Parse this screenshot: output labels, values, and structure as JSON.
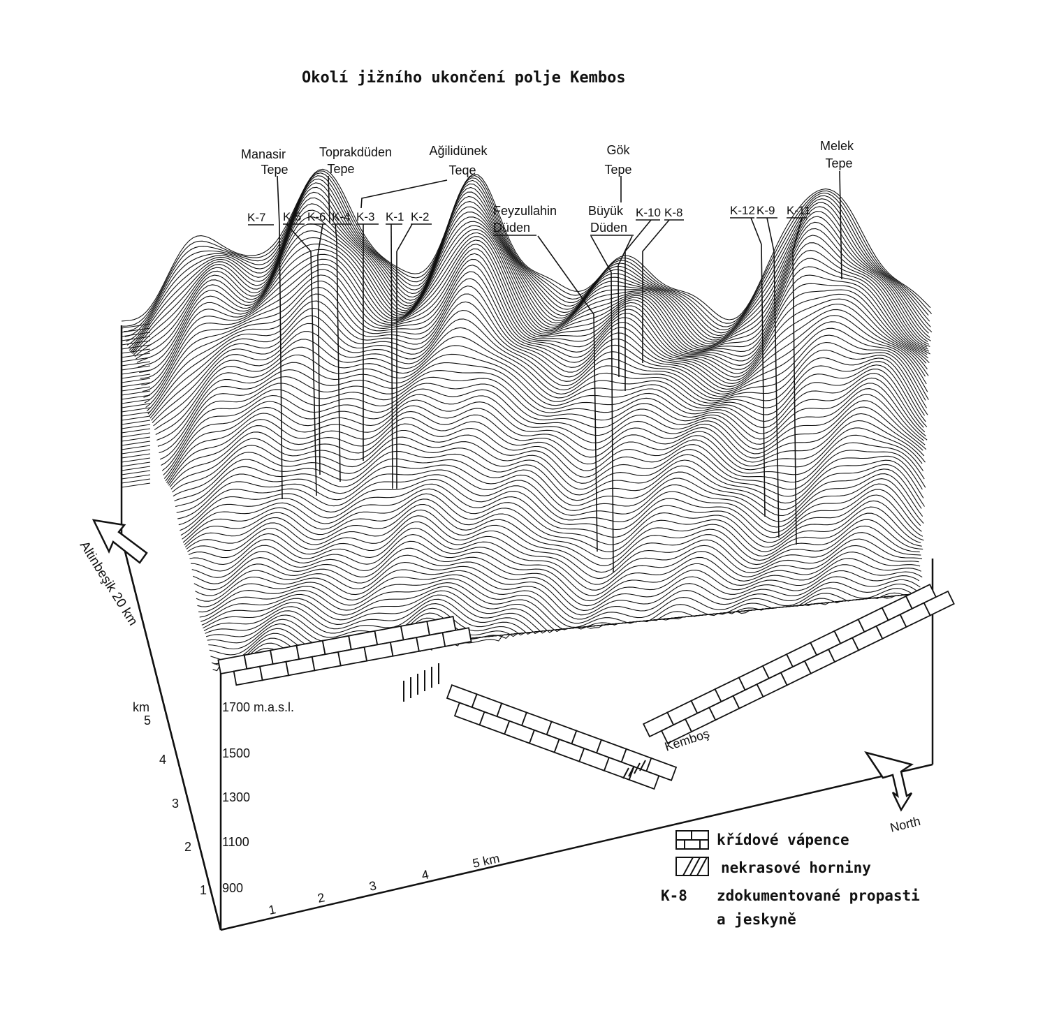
{
  "title": "Okolí jižního ukončení polje Kembos",
  "peaks": [
    {
      "line1": "Manasir",
      "line2": "Tepe"
    },
    {
      "line1": "Toprakdüden",
      "line2": "Tepe"
    },
    {
      "line1": "Ağilidünek",
      "line2": "Teqe"
    },
    {
      "line1": "Gök",
      "line2": "Tepe"
    },
    {
      "line1": "Melek",
      "line2": "Tepe"
    }
  ],
  "dolines": [
    {
      "line1": "Feyzullahin",
      "line2": "Düden"
    },
    {
      "line1": "Büyük",
      "line2": "Düden"
    }
  ],
  "caves": [
    "K-7",
    "K-5",
    "K-6",
    "K-4",
    "K-3",
    "K-1",
    "K-2",
    "K-10",
    "K-8",
    "K-12",
    "K-9",
    "K-11"
  ],
  "elevation_ticks": [
    "1700 m.a.s.l.",
    "1500",
    "1300",
    "1100",
    "900"
  ],
  "depth_axis": {
    "unit": "km",
    "ticks": [
      "5",
      "4",
      "3",
      "2",
      "1"
    ]
  },
  "front_axis": {
    "ticks": [
      "1",
      "2",
      "3",
      "4",
      "5 km"
    ]
  },
  "direction_west": "Altinbeşik 20 km",
  "direction_north": "North",
  "place_label": "Kemboş",
  "legend": [
    {
      "symbol": "limestone-brick",
      "text": "křídové vápence"
    },
    {
      "symbol": "hatched",
      "text": "nekrasové horniny"
    },
    {
      "symbol": "text",
      "code": "K-8",
      "text": "zdokumentované propasti",
      "text2": "a jeskyně"
    }
  ]
}
